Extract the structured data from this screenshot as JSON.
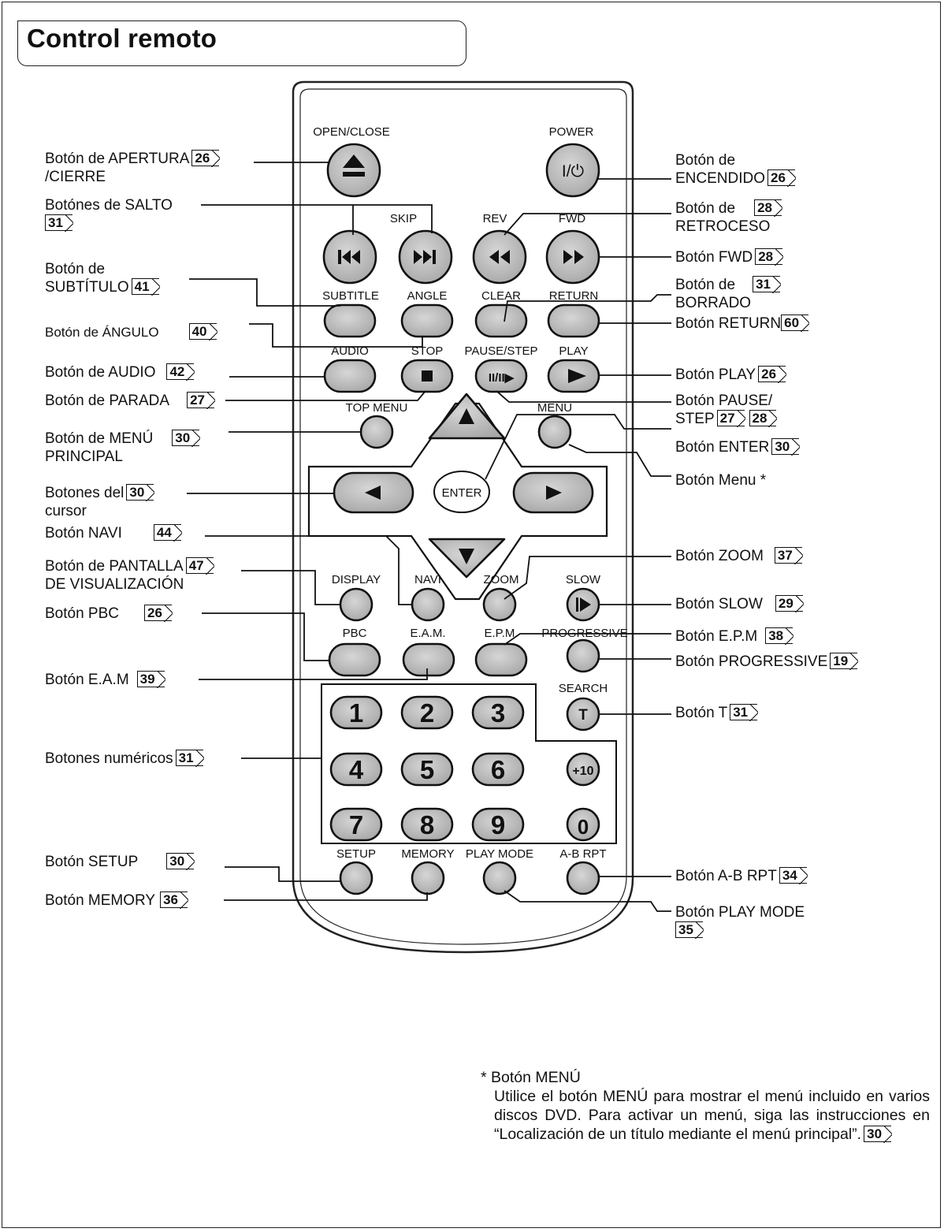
{
  "title": "Control remoto",
  "remote_labels": {
    "open_close": "OPEN/CLOSE",
    "power": "POWER",
    "power_symbol": "I/⏻",
    "skip": "SKIP",
    "rev": "REV",
    "fwd": "FWD",
    "subtitle": "SUBTITLE",
    "angle": "ANGLE",
    "clear": "CLEAR",
    "return": "RETURN",
    "audio": "AUDIO",
    "stop": "STOP",
    "pause_step": "PAUSE/STEP",
    "play": "PLAY",
    "pause_symbol": "II/II▶",
    "top_menu": "TOP MENU",
    "menu": "MENU",
    "enter": "ENTER",
    "display": "DISPLAY",
    "navi": "NAVI",
    "zoom": "ZOOM",
    "slow": "SLOW",
    "pbc": "PBC",
    "eam": "E.A.M.",
    "epm": "E.P.M.",
    "progressive": "PROGRESSIVE",
    "search": "SEARCH",
    "t": "T",
    "numbers": [
      "1",
      "2",
      "3",
      "4",
      "5",
      "6",
      "7",
      "8",
      "9"
    ],
    "plus10": "+10",
    "zero": "0",
    "setup": "SETUP",
    "memory": "MEMORY",
    "play_mode": "PLAY MODE",
    "ab_rpt": "A-B RPT"
  },
  "callouts_left": {
    "open_close": {
      "text1": "Botón de APERTURA",
      "ref": "26",
      "text2": "/CIERRE"
    },
    "skip": {
      "text1": "Botónes de SALTO",
      "ref": "31"
    },
    "subtitle": {
      "text1": "Botón de",
      "text2": "SUBTÍTULO",
      "ref": "41"
    },
    "angle": {
      "text1": "Botón de ÁNGULO",
      "ref": "40"
    },
    "audio": {
      "text1": "Botón de AUDIO",
      "ref": "42"
    },
    "stop": {
      "text1": "Botón de PARADA",
      "ref": "27"
    },
    "top_menu": {
      "text1": "Botón de MENÚ",
      "ref": "30",
      "text2": "PRINCIPAL"
    },
    "cursor": {
      "text1": "Botones del",
      "ref": "30",
      "text2": "cursor"
    },
    "navi": {
      "text1": "Botón NAVI",
      "ref": "44"
    },
    "display": {
      "text1": "Botón de PANTALLA",
      "ref": "47",
      "text2": "DE VISUALIZACIÓN"
    },
    "pbc": {
      "text1": "Botón PBC",
      "ref": "26"
    },
    "eam": {
      "text1": "Botón E.A.M",
      "ref": "39"
    },
    "numeric": {
      "text1": "Botones numéricos",
      "ref": "31"
    },
    "setup": {
      "text1": "Botón SETUP",
      "ref": "30"
    },
    "memory": {
      "text1": "Botón MEMORY",
      "ref": "36"
    }
  },
  "callouts_right": {
    "power": {
      "text1": "Botón de",
      "text2": "ENCENDIDO",
      "ref": "26"
    },
    "rev": {
      "text1": "Botón de",
      "ref": "28",
      "text2": "RETROCESO"
    },
    "fwd": {
      "text1": "Botón FWD",
      "ref": "28"
    },
    "clear": {
      "text1": "Botón de",
      "ref": "31",
      "text2": "BORRADO"
    },
    "return": {
      "text1": "Botón RETURN",
      "ref": "60"
    },
    "play": {
      "text1": "Botón PLAY",
      "ref": "26"
    },
    "pause": {
      "text1": "Botón PAUSE/",
      "text2": "STEP",
      "ref": "27",
      "ref2": "28"
    },
    "enter": {
      "text1": "Botón ENTER",
      "ref": "30"
    },
    "menu": {
      "text1": "Botón Menu *"
    },
    "zoom": {
      "text1": "Botón ZOOM",
      "ref": "37"
    },
    "slow": {
      "text1": "Botón SLOW",
      "ref": "29"
    },
    "epm": {
      "text1": "Botón E.P.M",
      "ref": "38"
    },
    "progressive": {
      "text1": "Botón PROGRESSIVE",
      "ref": "19"
    },
    "t": {
      "text1": "Botón T",
      "ref": "31"
    },
    "abrpt": {
      "text1": "Botón A-B RPT",
      "ref": "34"
    },
    "playmode": {
      "text1": "Botón PLAY MODE",
      "ref": "35"
    }
  },
  "note": {
    "head": "* Botón MENÚ",
    "body": "Utilice el botón MENÚ para mostrar el menú incluido en varios discos DVD. Para activar un menú, siga las instrucciones en “Localización de un título mediante el menú principal”.",
    "ref": "30"
  }
}
